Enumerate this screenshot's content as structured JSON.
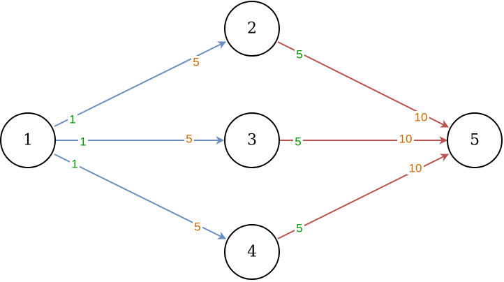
{
  "colors": {
    "edge_blue": "#6c8ebf",
    "edge_red": "#b85450",
    "label_green": "#009900",
    "label_orange": "#cc6600"
  },
  "nodes": [
    {
      "id": "n1",
      "label": "1"
    },
    {
      "id": "n2",
      "label": "2"
    },
    {
      "id": "n3",
      "label": "3"
    },
    {
      "id": "n4",
      "label": "4"
    },
    {
      "id": "n5",
      "label": "5"
    }
  ],
  "edges": [
    {
      "id": "e12",
      "from": "1",
      "to": "2",
      "color": "blue",
      "start_label": "1",
      "end_label": "5"
    },
    {
      "id": "e13",
      "from": "1",
      "to": "3",
      "color": "blue",
      "start_label": "1",
      "end_label": "5"
    },
    {
      "id": "e14",
      "from": "1",
      "to": "4",
      "color": "blue",
      "start_label": "1",
      "end_label": "5"
    },
    {
      "id": "e25",
      "from": "2",
      "to": "5",
      "color": "red",
      "start_label": "5",
      "end_label": "10"
    },
    {
      "id": "e35",
      "from": "3",
      "to": "5",
      "color": "red",
      "start_label": "5",
      "end_label": "10"
    },
    {
      "id": "e45",
      "from": "4",
      "to": "5",
      "color": "red",
      "start_label": "5",
      "end_label": "10"
    }
  ]
}
